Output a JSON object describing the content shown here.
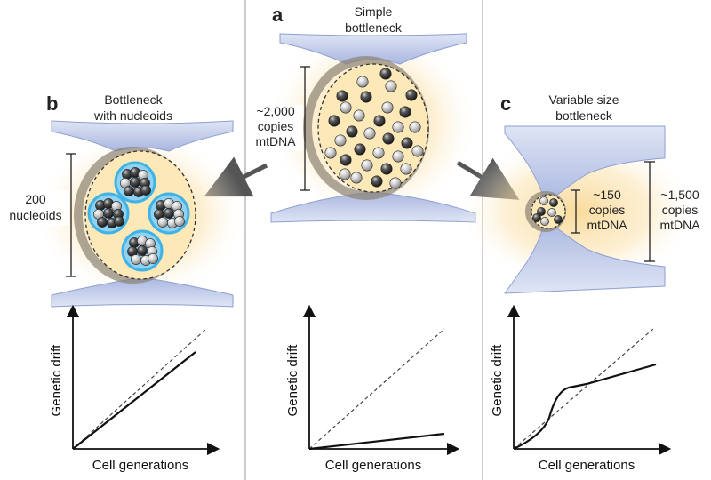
{
  "panels": {
    "a": {
      "letter": "a",
      "title_line1": "Simple",
      "title_line2": "bottleneck",
      "size_label": [
        "~2,000",
        "copies",
        "mtDNA"
      ]
    },
    "b": {
      "letter": "b",
      "title_line1": "Bottleneck",
      "title_line2": "with nucleoids",
      "size_label": [
        "200",
        "nucleoids"
      ]
    },
    "c": {
      "letter": "c",
      "title_line1": "Variable size",
      "title_line2": "bottleneck",
      "inner_label": [
        "~150",
        "copies",
        "mtDNA"
      ],
      "outer_label": [
        "~1,500",
        "copies",
        "mtDNA"
      ]
    }
  },
  "graphs": {
    "xlabel": "Cell generations",
    "ylabel": "Genetic drift"
  },
  "colors": {
    "membrane": "#b8c4e6",
    "membrane_edge": "#8f9fd0",
    "glow": "#f8d48a",
    "nucleoid": "#3fb2e6",
    "dark_sphere": "#3a3a3a",
    "light_sphere": "#c9c9c9",
    "divider": "#9a9a9a"
  }
}
